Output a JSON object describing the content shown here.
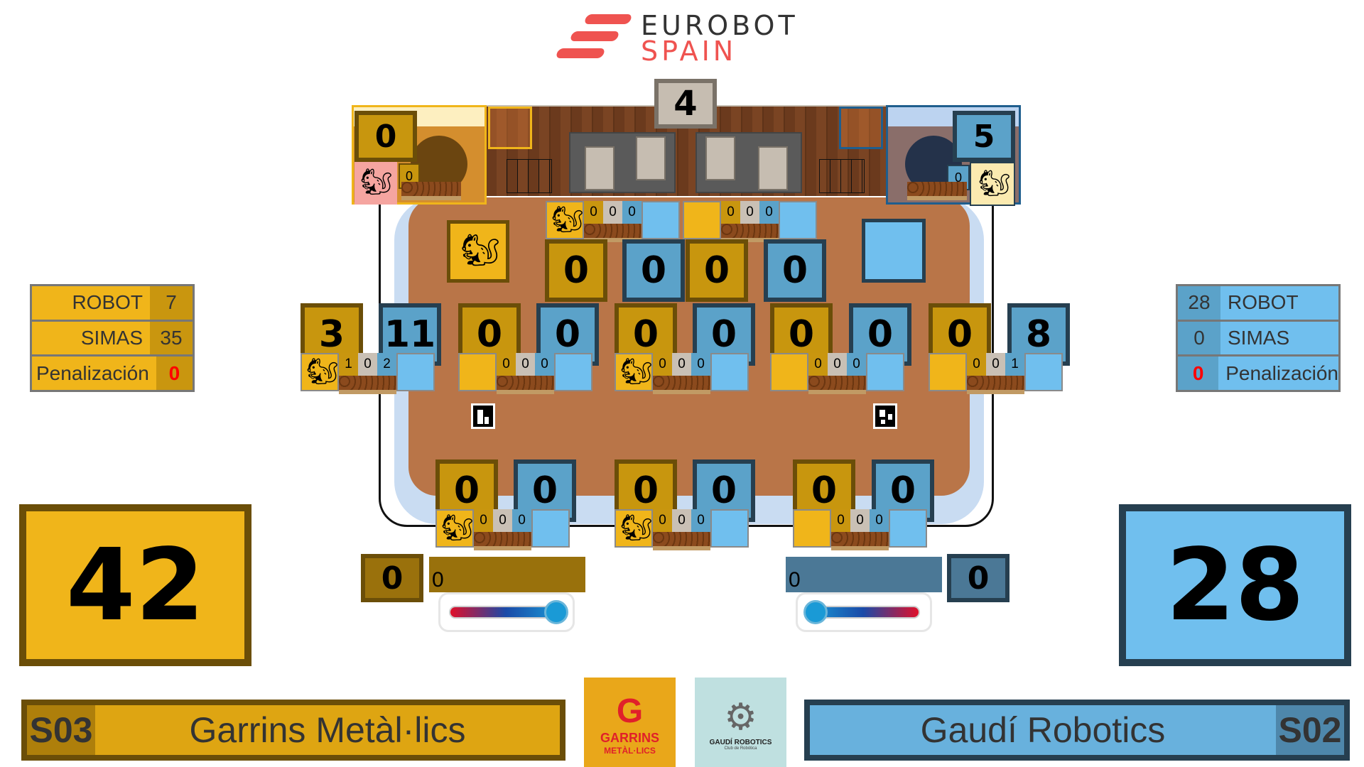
{
  "header": {
    "logo_line1": "EUROBOT",
    "logo_line2": "SPAIN"
  },
  "colors": {
    "yellow": "#f0b51a",
    "yellow_dark": "#c8960e",
    "blue": "#70bfee",
    "blue_dark": "#5ba2c9",
    "penalty": "#ff0000"
  },
  "field": {
    "center_counter": "4",
    "yellow_nest": {
      "score": "0",
      "small": "0"
    },
    "blue_nest": {
      "score": "5",
      "small": "0"
    },
    "top_strips": [
      {
        "counts": [
          "0",
          "0",
          "0"
        ]
      },
      {
        "counts": [
          "0",
          "0",
          "0"
        ]
      }
    ],
    "top_scores": [
      "0",
      "0",
      "0",
      "0"
    ],
    "middle_scores": [
      "3",
      "11",
      "0",
      "0",
      "0",
      "0",
      "0",
      "0",
      "0",
      "8"
    ],
    "middle_strips": [
      {
        "counts": [
          "1",
          "0",
          "2"
        ]
      },
      {
        "counts": [
          "0",
          "0",
          "0"
        ]
      },
      {
        "counts": [
          "0",
          "0",
          "0"
        ]
      },
      {
        "counts": [
          "0",
          "0",
          "0"
        ]
      },
      {
        "counts": [
          "0",
          "0",
          "1"
        ]
      }
    ],
    "bottom_scores": [
      "0",
      "0",
      "0",
      "0",
      "0",
      "0"
    ],
    "bottom_strips": [
      {
        "counts": [
          "0",
          "0",
          "0"
        ]
      },
      {
        "counts": [
          "0",
          "0",
          "0"
        ]
      },
      {
        "counts": [
          "0",
          "0",
          "0"
        ]
      }
    ]
  },
  "yellow_team": {
    "panel": {
      "robot_label": "ROBOT",
      "robot": "7",
      "simas_label": "SIMAS",
      "simas": "35",
      "penalty_label": "Penalización",
      "penalty": "0"
    },
    "total": "42",
    "funny_score": "0",
    "funny_bar_value": "0",
    "code": "S03",
    "name": "Garrins Metàl·lics",
    "logo_line1": "GARRINS",
    "logo_line2": "METÀL·LICS"
  },
  "blue_team": {
    "panel": {
      "robot_label": "ROBOT",
      "robot": "28",
      "simas_label": "SIMAS",
      "simas": "0",
      "penalty_label": "Penalización",
      "penalty": "0"
    },
    "total": "28",
    "funny_score": "0",
    "funny_bar_value": "0",
    "code": "S02",
    "name": "Gaudí Robotics",
    "logo_line1": "GAUDÍ ROBOTICS",
    "logo_line2": "Club de Robòtica"
  }
}
